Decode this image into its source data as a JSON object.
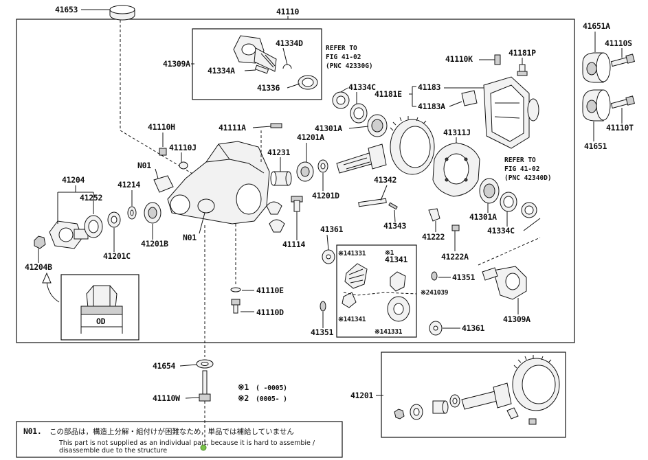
{
  "labels": {
    "p41653": "41653",
    "p41110": "41110",
    "p41651A": "41651A",
    "p41110S": "41110S",
    "p41651": "41651",
    "p41110T": "41110T",
    "p41309A_top": "41309A",
    "p41334D": "41334D",
    "p41334A": "41334A",
    "p41336": "41336",
    "p41334C_top": "41334C",
    "p41110K": "41110K",
    "p41181P": "41181P",
    "p41181E": "41181E",
    "p41183": "41183",
    "p41183A": "41183A",
    "p41110H": "41110H",
    "p41111A": "41111A",
    "p41301A_top": "41301A",
    "p41311J": "41311J",
    "p41110J": "41110J",
    "p41231": "41231",
    "p41201A": "41201A",
    "p41204": "41204",
    "p41252": "41252",
    "p41214": "41214",
    "pN01_a": "N01",
    "pN01_b": "N01",
    "p41201D": "41201D",
    "p41342": "41342",
    "p41343": "41343",
    "p41301A_mid": "41301A",
    "p41334C_mid": "41334C",
    "p41222": "41222",
    "p41222A": "41222A",
    "p41201B": "41201B",
    "p41201C": "41201C",
    "p41204B": "41204B",
    "p41114": "41114",
    "p41361_a": "41361",
    "p41331_a": "※141331",
    "p41341_a": "※1\n41341",
    "p41341_b": "※141341",
    "p41331_b": "※141331",
    "p41039": "※241039",
    "p41351_a": "41351",
    "p41351_b": "41351",
    "p41361_b": "41361",
    "p41309A_bot": "41309A",
    "p41110E": "41110E",
    "p41110D": "41110D",
    "p41654": "41654",
    "p41110W": "41110W",
    "p41201": "41201",
    "od": "OD"
  },
  "refer": {
    "top": [
      "REFER TO",
      "FIG 41-02",
      "(PNC 42330G)"
    ],
    "right": [
      "REFER TO",
      "FIG 41-02",
      "(PNC 42340D)"
    ]
  },
  "footnotes": [
    {
      "mark": "※1",
      "text": "(      -0005)"
    },
    {
      "mark": "※2",
      "text": "(0005-      )"
    }
  ],
  "note": {
    "code": "N01.",
    "jp": "この部品は，構造上分解・組付けが困難なため，単品では補給していません",
    "en1": "This part is not supplied as an individual part, because it is hard to assembie /",
    "en2": "disassemble due to the structure"
  }
}
